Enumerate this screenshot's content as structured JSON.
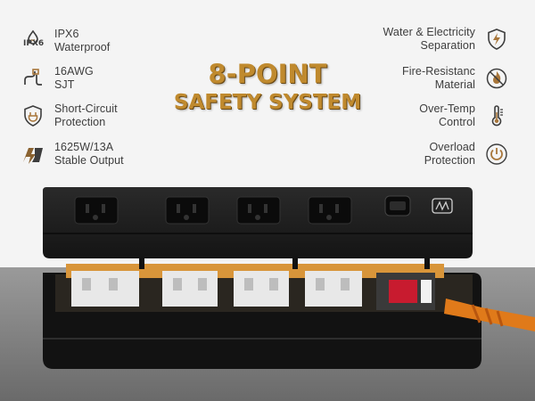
{
  "headline": {
    "line1": "8-POINT",
    "line2": "SAFETY SYSTEM"
  },
  "features_left": [
    {
      "icon": "water-drop-ipx6-icon",
      "icon_label": "IPX6",
      "lines": [
        "IPX6",
        "Waterproof"
      ]
    },
    {
      "icon": "plug-cord-icon",
      "lines": [
        "16AWG",
        "SJT"
      ]
    },
    {
      "icon": "shield-plug-icon",
      "lines": [
        "Short-Circuit",
        "Protection"
      ]
    },
    {
      "icon": "power-bolt-icon",
      "lines": [
        "1625W/13A",
        "Stable Output"
      ]
    }
  ],
  "features_right": [
    {
      "icon": "shield-bolt-icon",
      "lines": [
        "Water & Electricity",
        "Separation"
      ]
    },
    {
      "icon": "flame-icon",
      "lines": [
        "Fire-Resistanc",
        "Material"
      ]
    },
    {
      "icon": "thermometer-icon",
      "lines": [
        "Over-Temp",
        "Control"
      ]
    },
    {
      "icon": "power-button-icon",
      "lines": [
        "Overload",
        "Protection"
      ]
    }
  ],
  "colors": {
    "headline": "#c08a2e",
    "icon_accent": "#a8763a",
    "text": "#3d3d3d",
    "strip_body": "#1c1c1c",
    "cord": "#e07a1a",
    "breaker_red": "#d8182f"
  }
}
